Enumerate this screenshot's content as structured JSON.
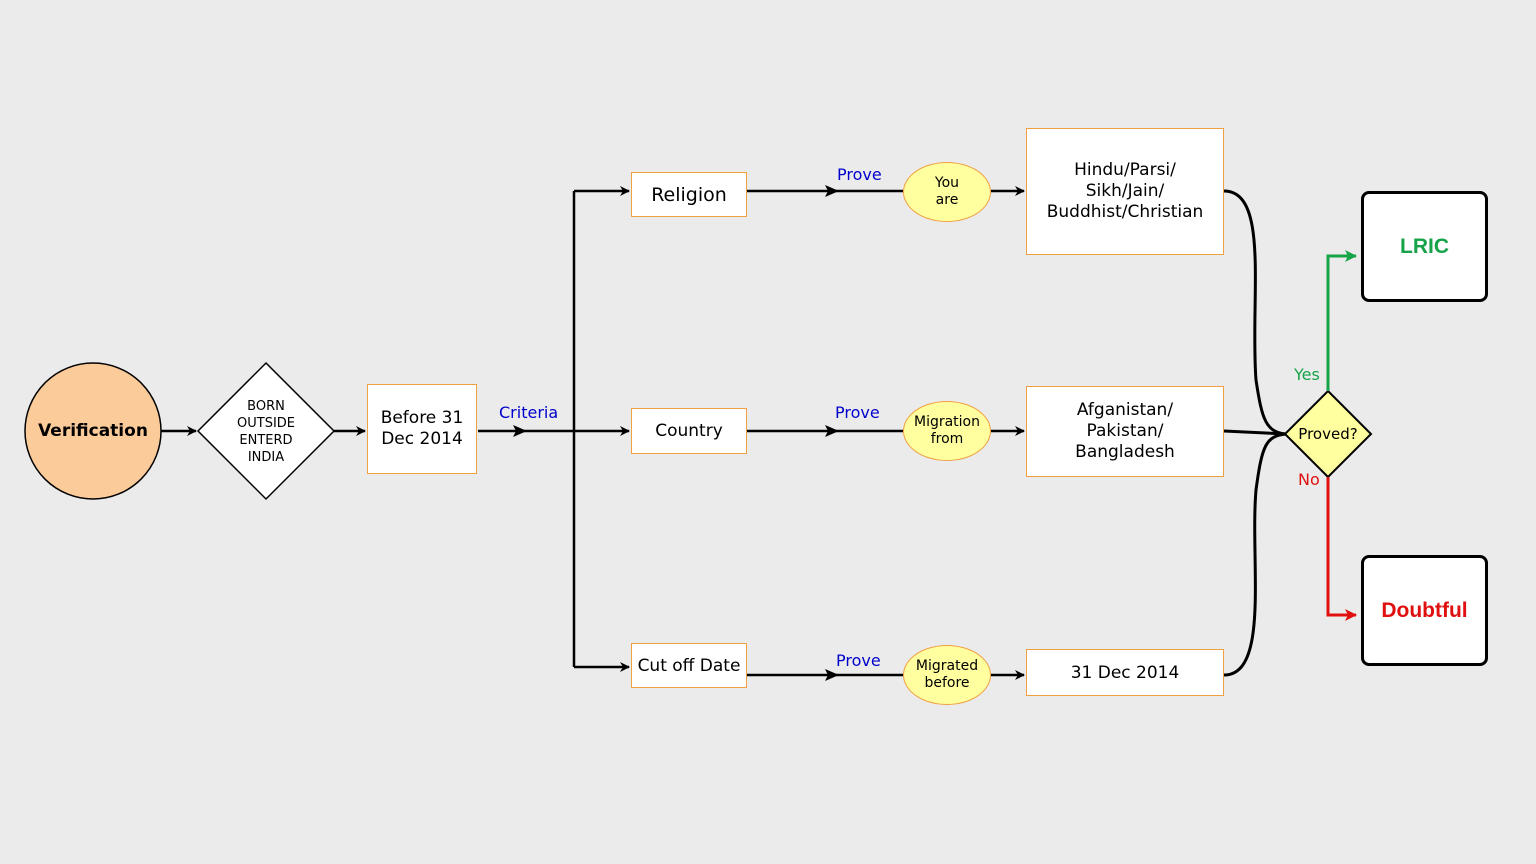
{
  "colors": {
    "background": "#ebebeb",
    "start_fill": "#fbcb9a",
    "box_border": "#f0a040",
    "ellipse_fill": "#ffffa0",
    "decision_fill": "#ffffa0",
    "edge_label": "#0000cc",
    "yes": "#17a34a",
    "no": "#e01010"
  },
  "start": {
    "label": "Verification"
  },
  "born_decision": {
    "lines": [
      "BORN",
      "OUTSIDE",
      "ENTERD",
      "INDIA"
    ]
  },
  "date_box": {
    "label": "Before 31\nDec 2014"
  },
  "criteria_label": "Criteria",
  "branches": [
    {
      "criterion": "Religion",
      "edge_label": "Prove",
      "qualifier": "You\nare",
      "value": "Hindu/Parsi/\nSikh/Jain/\nBuddhist/Christian"
    },
    {
      "criterion": "Country",
      "edge_label": "Prove",
      "qualifier": "Migration\nfrom",
      "value": "Afganistan/\nPakistan/\nBangladesh"
    },
    {
      "criterion": "Cut off Date",
      "edge_label": "Prove",
      "qualifier": "Migrated\nbefore",
      "value": "31 Dec 2014"
    }
  ],
  "proved_decision": {
    "label": "Proved?"
  },
  "yes_label": "Yes",
  "no_label": "No",
  "outcome_yes": {
    "label": "LRIC"
  },
  "outcome_no": {
    "label": "Doubtful"
  }
}
